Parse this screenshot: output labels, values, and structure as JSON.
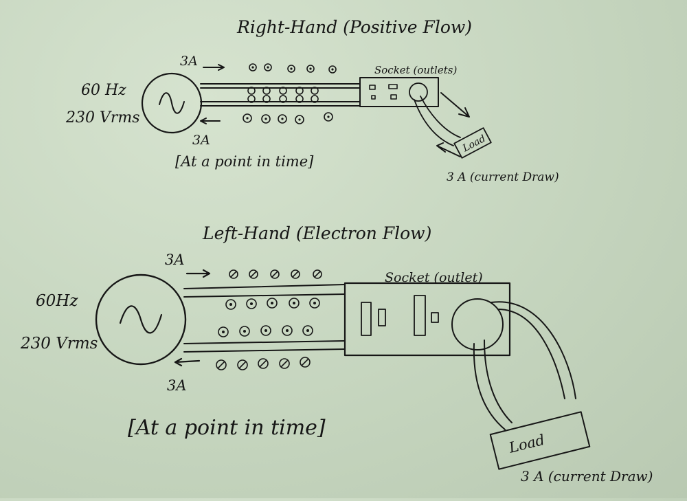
{
  "diagrams": [
    {
      "id": "top",
      "title": "Right-Hand (Positive Flow)",
      "frequency": "60 Hz",
      "voltage": "230 Vrms",
      "current_top": "3A",
      "current_bottom": "3A",
      "socket_label": "Socket (outlets)",
      "load_label": "Load",
      "current_draw": "3 A (current Draw)",
      "note": "[At a point in time]",
      "flow_symbol": "dot"
    },
    {
      "id": "bottom",
      "title": "Left-Hand (Electron Flow)",
      "frequency": "60Hz",
      "voltage": "230 Vrms",
      "current_top": "3A",
      "current_bottom": "3A",
      "socket_label": "Socket (outlet)",
      "load_label": "Load",
      "current_draw": "3 A (current Draw)",
      "note": "[At a point in time]",
      "flow_symbol": "cross"
    }
  ]
}
